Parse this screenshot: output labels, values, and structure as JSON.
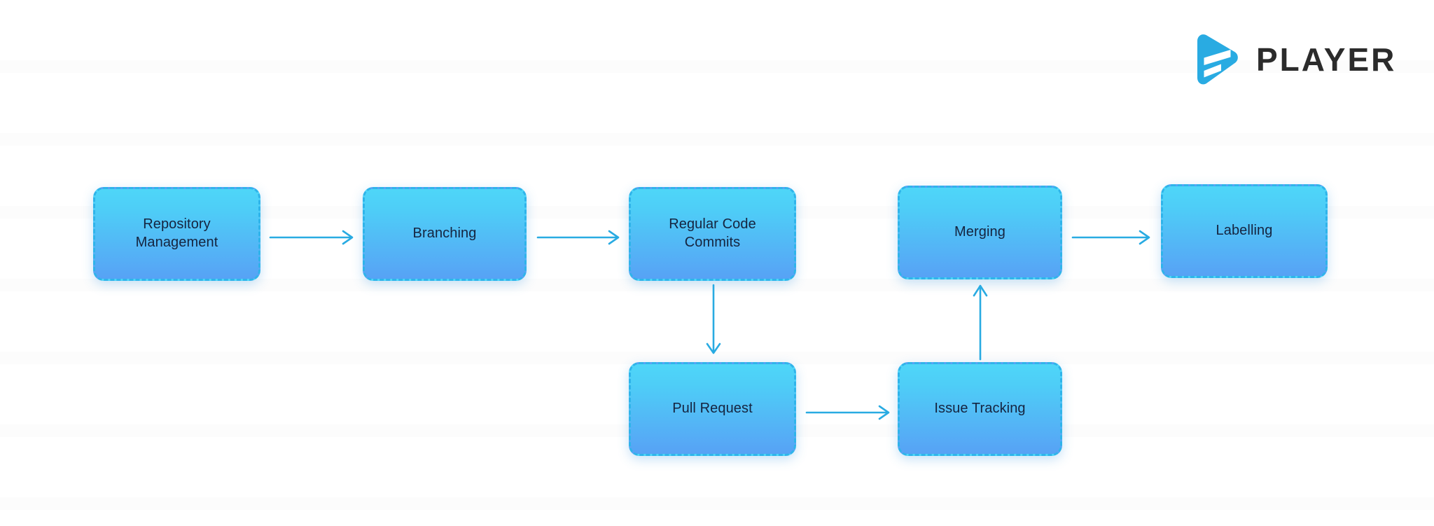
{
  "brand": {
    "logo_icon": "player-play-mark-icon",
    "wordmark": "PLAYER",
    "accent_color": "#29abe2",
    "wordmark_color": "#2b2b2b"
  },
  "theme": {
    "background": "#ffffff",
    "node_gradient_start": "#4ed6f8",
    "node_gradient_end": "#57a2f5",
    "node_border_color": "#2fb4ea",
    "node_text_color": "#15243f",
    "arrow_color": "#29abe2"
  },
  "diagram": {
    "type": "flowchart",
    "nodes": [
      {
        "id": "repository-management",
        "label": "Repository\nManagement",
        "row": "top",
        "order": 1
      },
      {
        "id": "branching",
        "label": "Branching",
        "row": "top",
        "order": 2
      },
      {
        "id": "regular-code-commits",
        "label": "Regular Code\nCommits",
        "row": "top",
        "order": 3
      },
      {
        "id": "merging",
        "label": "Merging",
        "row": "top",
        "order": 4
      },
      {
        "id": "labelling",
        "label": "Labelling",
        "row": "top",
        "order": 5
      },
      {
        "id": "pull-request",
        "label": "Pull Request",
        "row": "bottom",
        "order": 1
      },
      {
        "id": "issue-tracking",
        "label": "Issue Tracking",
        "row": "bottom",
        "order": 2
      }
    ],
    "edges": [
      {
        "from": "repository-management",
        "to": "branching",
        "direction": "right"
      },
      {
        "from": "branching",
        "to": "regular-code-commits",
        "direction": "right"
      },
      {
        "from": "regular-code-commits",
        "to": "pull-request",
        "direction": "down"
      },
      {
        "from": "pull-request",
        "to": "issue-tracking",
        "direction": "right"
      },
      {
        "from": "issue-tracking",
        "to": "merging",
        "direction": "up"
      },
      {
        "from": "merging",
        "to": "labelling",
        "direction": "right"
      }
    ]
  }
}
